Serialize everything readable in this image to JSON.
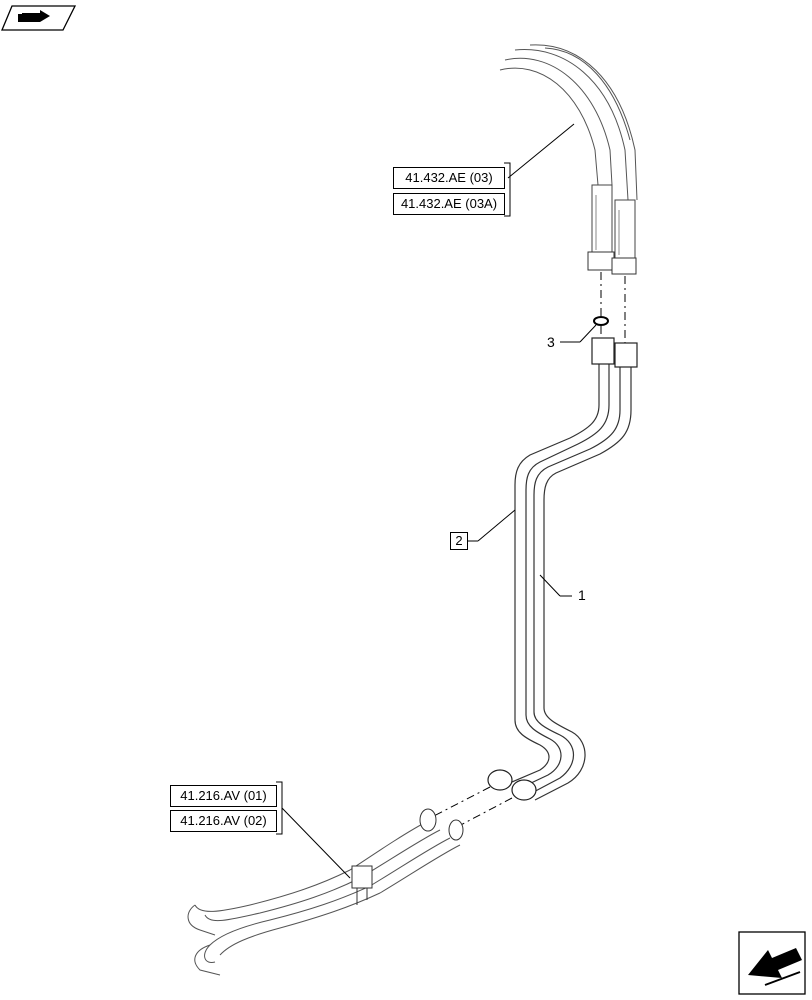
{
  "top_left_icon": {
    "name": "view-orientation-icon"
  },
  "bottom_right_icon": {
    "name": "next-page-arrow-icon"
  },
  "refs_top": [
    "41.432.AE (03)",
    "41.432.AE (03A)"
  ],
  "refs_bottom": [
    "41.216.AV (01)",
    "41.216.AV (02)"
  ],
  "callouts": {
    "item1": "1",
    "item2": "2",
    "item3": "3"
  }
}
